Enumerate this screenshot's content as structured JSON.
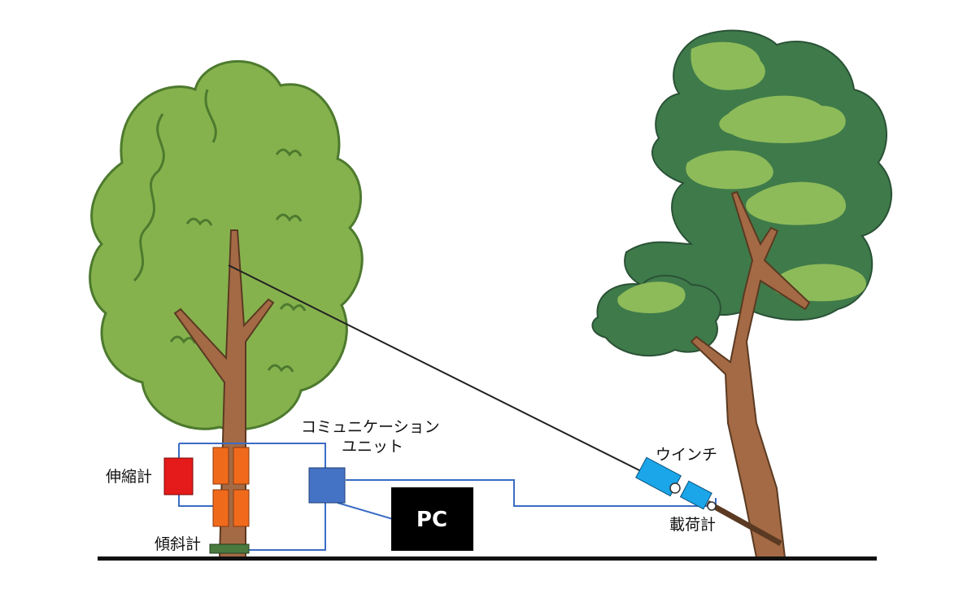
{
  "labels": {
    "extensometer": "伸縮計",
    "inclinometer": "傾斜計",
    "comm_unit_line1": "コミュニケーション",
    "comm_unit_line2": "ユニット",
    "pc": "PC",
    "winch": "ウインチ",
    "load_meter": "載荷計"
  },
  "colors": {
    "background": "#ffffff",
    "ground": "#111111",
    "broadleaf_foliage": "#86b24e",
    "broadleaf_outline": "#4d7a2e",
    "pine_foliage_dark": "#3f7a4a",
    "pine_foliage_light": "#8dbb59",
    "trunk": "#a46a45",
    "trunk_outline": "#5a3a22",
    "extensometer": "#e51a1a",
    "strain_gauge": "#f06a1c",
    "inclinometer": "#4a7a3e",
    "comm_unit": "#4472c4",
    "pc_box": "#000000",
    "winch": "#1aa6e8",
    "wire": "#3b6cc4",
    "cable": "#222222"
  }
}
